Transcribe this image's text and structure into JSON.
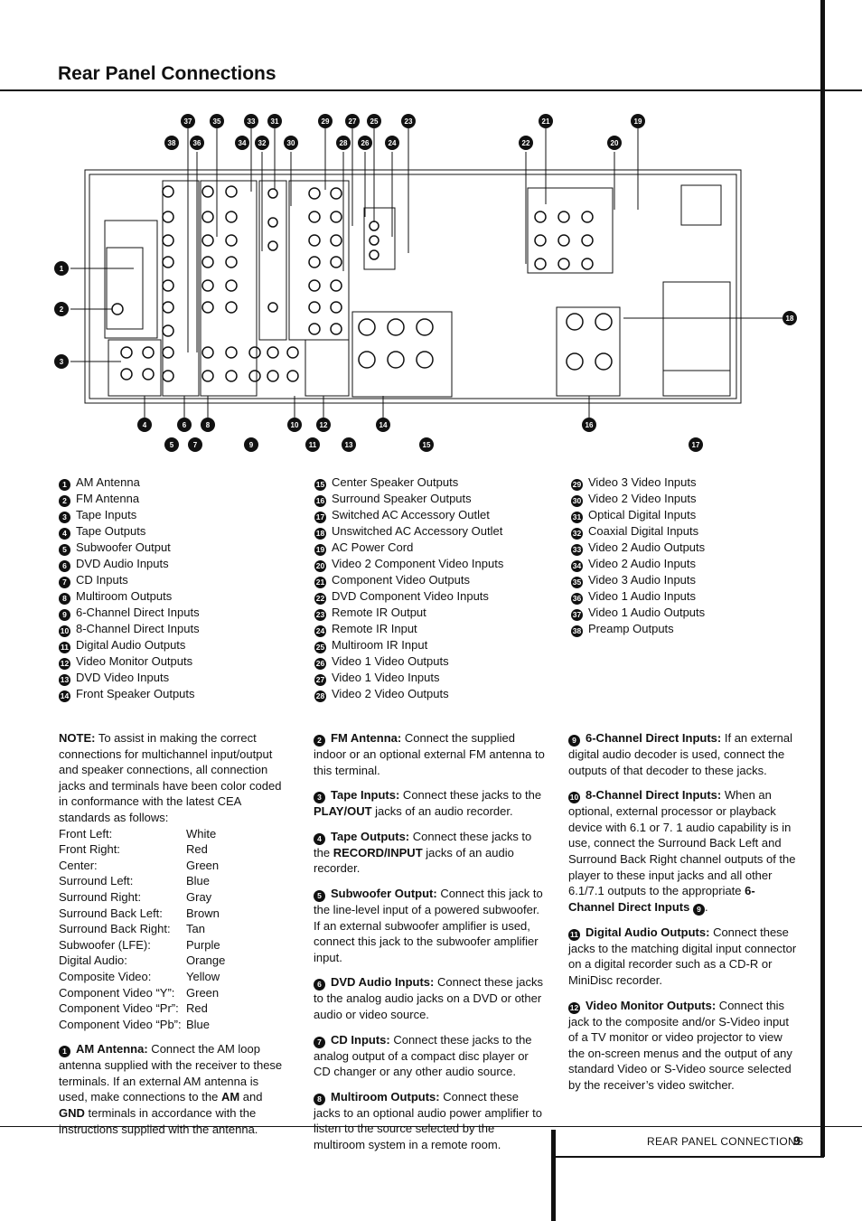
{
  "header": {
    "title": "Rear Panel Connections"
  },
  "legend": {
    "col1": [
      {
        "n": "1",
        "label": "AM Antenna"
      },
      {
        "n": "2",
        "label": "FM Antenna"
      },
      {
        "n": "3",
        "label": "Tape Inputs"
      },
      {
        "n": "4",
        "label": "Tape Outputs"
      },
      {
        "n": "5",
        "label": "Subwoofer Output"
      },
      {
        "n": "6",
        "label": "DVD Audio Inputs"
      },
      {
        "n": "7",
        "label": "CD Inputs"
      },
      {
        "n": "8",
        "label": "Multiroom Outputs"
      },
      {
        "n": "9",
        "label": "6-Channel Direct Inputs"
      },
      {
        "n": "10",
        "label": "8-Channel Direct Inputs"
      },
      {
        "n": "11",
        "label": "Digital Audio Outputs"
      },
      {
        "n": "12",
        "label": "Video Monitor Outputs"
      },
      {
        "n": "13",
        "label": "DVD Video Inputs"
      },
      {
        "n": "14",
        "label": "Front Speaker Outputs"
      }
    ],
    "col2": [
      {
        "n": "15",
        "label": "Center Speaker Outputs"
      },
      {
        "n": "16",
        "label": "Surround Speaker Outputs"
      },
      {
        "n": "17",
        "label": "Switched AC Accessory Outlet"
      },
      {
        "n": "18",
        "label": "Unswitched AC Accessory Outlet"
      },
      {
        "n": "19",
        "label": "AC Power Cord"
      },
      {
        "n": "20",
        "label": "Video 2 Component Video Inputs"
      },
      {
        "n": "21",
        "label": "Component Video Outputs"
      },
      {
        "n": "22",
        "label": "DVD Component Video Inputs"
      },
      {
        "n": "23",
        "label": "Remote IR Output"
      },
      {
        "n": "24",
        "label": "Remote IR Input"
      },
      {
        "n": "25",
        "label": "Multiroom IR Input"
      },
      {
        "n": "26",
        "label": "Video 1 Video Outputs"
      },
      {
        "n": "27",
        "label": "Video 1 Video Inputs"
      },
      {
        "n": "28",
        "label": "Video 2 Video Outputs"
      }
    ],
    "col3": [
      {
        "n": "29",
        "label": "Video 3 Video Inputs"
      },
      {
        "n": "30",
        "label": "Video 2 Video Inputs"
      },
      {
        "n": "31",
        "label": "Optical Digital Inputs"
      },
      {
        "n": "32",
        "label": "Coaxial Digital Inputs"
      },
      {
        "n": "33",
        "label": "Video 2 Audio Outputs"
      },
      {
        "n": "34",
        "label": "Video 2 Audio Inputs"
      },
      {
        "n": "35",
        "label": "Video 3 Audio Inputs"
      },
      {
        "n": "36",
        "label": "Video 1 Audio Inputs"
      },
      {
        "n": "37",
        "label": "Video 1 Audio Outputs"
      },
      {
        "n": "38",
        "label": "Preamp Outputs"
      }
    ]
  },
  "note": {
    "lead": "NOTE:",
    "text": " To assist in making the correct connections for multichannel input/output and speaker connections, all connection jacks and terminals have been color coded in conformance with the latest CEA standards as follows:",
    "colors": [
      {
        "k": "Front Left:",
        "v": "White"
      },
      {
        "k": "Front Right:",
        "v": "Red"
      },
      {
        "k": "Center:",
        "v": "Green"
      },
      {
        "k": "Surround Left:",
        "v": "Blue"
      },
      {
        "k": "Surround Right:",
        "v": "Gray"
      },
      {
        "k": "Surround Back Left:",
        "v": "Brown"
      },
      {
        "k": "Surround Back Right:",
        "v": "Tan"
      },
      {
        "k": "Subwoofer (LFE):",
        "v": "Purple"
      },
      {
        "k": "Digital Audio:",
        "v": "Orange"
      },
      {
        "k": "Composite Video:",
        "v": "Yellow"
      },
      {
        "k": "Component Video “Y”:",
        "v": "Green"
      },
      {
        "k": "Component Video “Pr”:",
        "v": "Red"
      },
      {
        "k": "Component Video “Pb”:",
        "v": "Blue"
      }
    ]
  },
  "descriptions": {
    "d1": {
      "n": "1",
      "title": "AM Antenna:",
      "t1": " Connect the AM loop antenna supplied with the receiver to these terminals. If an external AM antenna is used, make connections to the ",
      "b1": "AM",
      "t2": " and ",
      "b2": "GND",
      "t3": " terminals in accordance with the instructions supplied with the antenna."
    },
    "d2": {
      "n": "2",
      "title": "FM Antenna:",
      "t1": " Connect the supplied indoor or an optional external FM antenna to this terminal."
    },
    "d3": {
      "n": "3",
      "title": "Tape Inputs:",
      "t1": " Connect these jacks to the ",
      "b1": "PLAY/OUT",
      "t2": " jacks of an audio recorder."
    },
    "d4": {
      "n": "4",
      "title": "Tape Outputs:",
      "t1": " Connect these jacks to the ",
      "b1": "RECORD/INPUT",
      "t2": " jacks of an audio recorder."
    },
    "d5": {
      "n": "5",
      "title": "Subwoofer Output:",
      "t1": " Connect this jack to the line-level input of a powered subwoofer. If an external subwoofer amplifier is used, connect this jack to the subwoofer amplifier input."
    },
    "d6": {
      "n": "6",
      "title": "DVD Audio Inputs:",
      "t1": " Connect these jacks to the analog audio jacks on a DVD or other audio or video source."
    },
    "d7": {
      "n": "7",
      "title": "CD Inputs:",
      "t1": " Connect these jacks to the analog output of a compact disc player or CD changer or any other audio source."
    },
    "d8": {
      "n": "8",
      "title": "Multiroom Outputs:",
      "t1": " Connect these jacks to an optional audio power amplifier to listen to the source selected by the multiroom system in a remote room."
    },
    "d9": {
      "n": "9",
      "title": "6-Channel Direct Inputs:",
      "t1": " If an external digital audio decoder is used, connect the outputs of that decoder to these jacks."
    },
    "d10": {
      "n": "10",
      "title": "8-Channel Direct Inputs:",
      "t1": " When an optional, external processor or playback device with 6.1 or 7. 1 audio capability is in use, connect the Surround Back Left and Surround Back Right channel outputs of the player to these input jacks and all other 6.1/7.1 outputs to the appropriate ",
      "b1": "6-Channel Direct Inputs",
      "ref": "9",
      "t2": "."
    },
    "d11": {
      "n": "11",
      "title": "Digital Audio Outputs:",
      "t1": " Connect these jacks to the matching digital input connector on a digital recorder such as a CD-R or MiniDisc recorder."
    },
    "d12": {
      "n": "12",
      "title": "Video Monitor Outputs:",
      "t1": " Connect this jack to the composite and/or S-Video input of a TV monitor or video projector to view the on-screen menus and the output of any standard Video or S-Video source selected by the receiver’s video switcher."
    }
  },
  "footer": {
    "section": "REAR PANEL CONNECTIONS",
    "page": "9"
  }
}
